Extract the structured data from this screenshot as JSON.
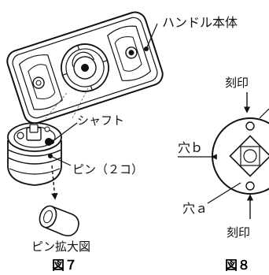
{
  "figures": {
    "fig7": {
      "caption": "図７",
      "labels": {
        "handle_body": "ハンドル本体",
        "shaft": "シャフト",
        "pin": "ピン（２コ）",
        "pin_enlarged": "ピン拡大図"
      }
    },
    "fig8": {
      "caption": "図８",
      "labels": {
        "marking_top": "刻印",
        "hole_b": "穴ｂ",
        "hole_a": "穴ａ",
        "marking_bottom": "刻印"
      }
    }
  }
}
